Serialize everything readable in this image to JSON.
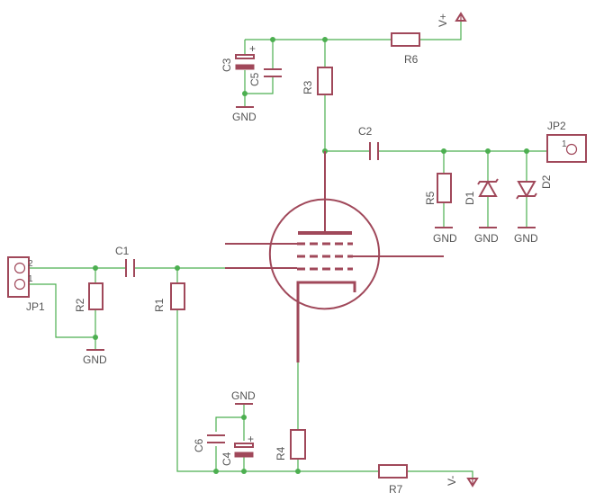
{
  "labels": {
    "c3": "C3",
    "c5": "C5",
    "gnd_top": "GND",
    "r3": "R3",
    "r6": "R6",
    "vplus_top": "V+",
    "c2": "C2",
    "jp2": "JP2",
    "jp2_pin1": "1",
    "r5": "R5",
    "d1": "D1",
    "d2": "D2",
    "gnd_r5": "GND",
    "gnd_d1": "GND",
    "gnd_d2": "GND",
    "jp1": "JP1",
    "jp1_pin2": "2",
    "jp1_pin1": "1",
    "c1": "C1",
    "r2": "R2",
    "r1": "R1",
    "gnd_r2": "GND",
    "gnd_mid": "GND",
    "c6": "C6",
    "c4": "C4",
    "r4": "R4",
    "r7": "R7",
    "vminus_bottom": "V-",
    "c3_plus": "+",
    "c4_plus": "+"
  },
  "colors": {
    "wire": "#4caf50",
    "part": "#a0485a",
    "text": "#555555"
  }
}
